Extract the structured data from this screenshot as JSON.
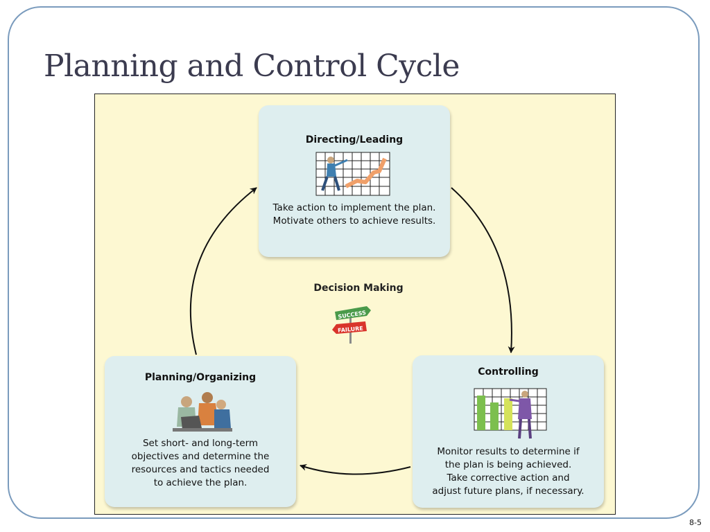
{
  "slide": {
    "title": "Planning and Control Cycle",
    "page_number": "8-5"
  },
  "center": {
    "title": "Decision Making",
    "sign_top": "SUCCESS",
    "sign_bottom": "FAILURE"
  },
  "cards": {
    "directing": {
      "title": "Directing/Leading",
      "lines": [
        "Take action to implement the plan.",
        "Motivate others to achieve results."
      ]
    },
    "controlling": {
      "title": "Controlling",
      "lines": [
        "Monitor results to determine if",
        "the plan is being achieved.",
        "Take corrective action and",
        "adjust future plans, if necessary."
      ]
    },
    "planning": {
      "title": "Planning/Organizing",
      "lines": [
        "Set short- and long-term",
        "objectives and determine the",
        "resources and tactics needed",
        "to achieve the plan."
      ]
    }
  },
  "colors": {
    "diagram_bg": "#fdf8d2",
    "card_bg": "#deeeef",
    "frame": "#7a9bbd",
    "title": "#3b3b4f",
    "success_sign": "#4a9a4a",
    "failure_sign": "#d9342b"
  }
}
